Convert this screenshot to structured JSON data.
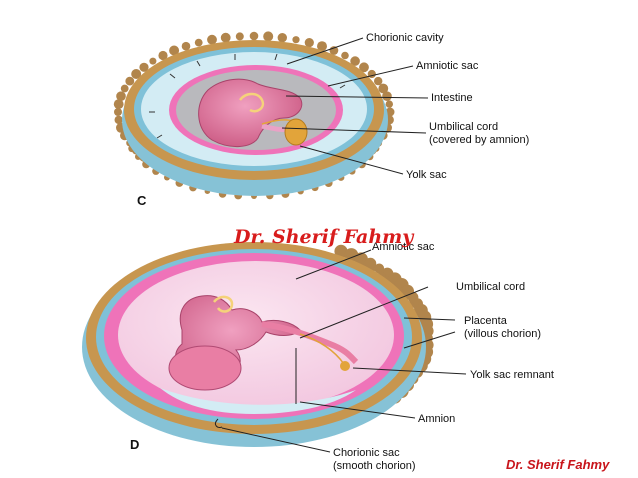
{
  "figure": {
    "panel_c": {
      "letter": "C",
      "labels": {
        "chorionic_cavity": "Chorionic cavity",
        "amniotic_sac": "Amniotic sac",
        "intestine": "Intestine",
        "umbilical_cord_1": "Umbilical cord",
        "umbilical_cord_2": "(covered by amnion)",
        "yolk_sac": "Yolk sac"
      }
    },
    "panel_d": {
      "letter": "D",
      "labels": {
        "amniotic_sac": "Amniotic sac",
        "umbilical_cord": "Umbilical cord",
        "placenta_1": "Placenta",
        "placenta_2": "(villous chorion)",
        "yolk_sac_remnant": "Yolk sac remnant",
        "amnion": "Amnion",
        "chorionic_sac_1": "Chorionic sac",
        "chorionic_sac_2": "(smooth chorion)"
      }
    }
  },
  "watermarks": {
    "overlay": "Dr. Sherif Fahmy",
    "corner": "Dr. Sherif Fahmy"
  },
  "colors": {
    "chorion_gold": "#c7964f",
    "villi_brown": "#b1854c",
    "mesoderm_blue": "#7fc1d8",
    "cavity_blue": "#d3ecf4",
    "amnion_pink": "#ef73b9",
    "amniotic_fluid": "#f6d5e8",
    "embryo": "#dc6f96",
    "yolk_sac": "#e2a43a",
    "watermark_red": "#d81c1c"
  }
}
